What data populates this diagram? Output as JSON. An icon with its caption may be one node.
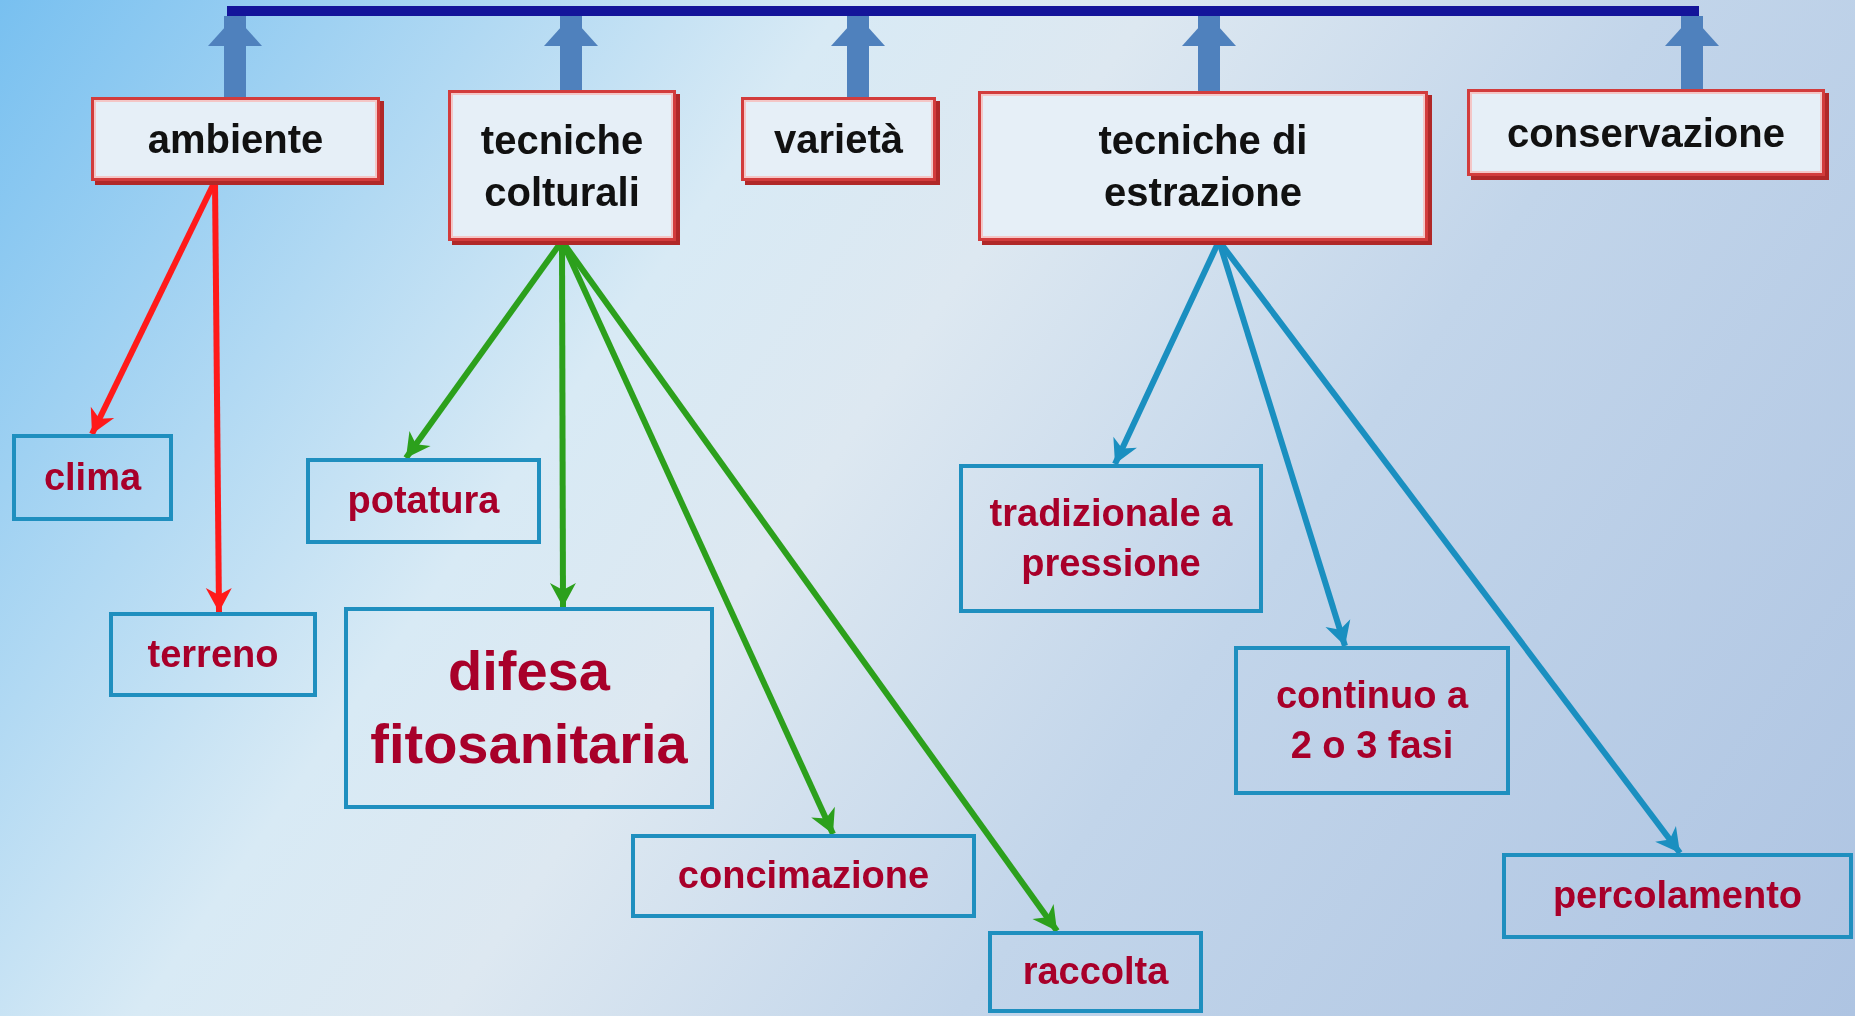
{
  "diagram": {
    "nodes": [
      {
        "text": [],
        "shape": "bar"
      },
      {
        "text": [
          "ambiente"
        ]
      },
      {
        "text": [
          "tecniche colturali"
        ]
      },
      {
        "text": [
          "varietà"
        ]
      },
      {
        "text": [
          "tecniche di estrazione"
        ]
      },
      {
        "text": [
          "conservazione"
        ]
      },
      {
        "text": [
          "clima"
        ]
      },
      {
        "text": [
          "terreno"
        ]
      },
      {
        "text": [
          "potatura"
        ]
      },
      {
        "text": [
          "difesa fitosanitaria"
        ]
      },
      {
        "text": [
          "concimazione"
        ]
      },
      {
        "text": [
          "raccolta"
        ]
      },
      {
        "text": [
          "tradizionale a pressione"
        ]
      },
      {
        "text": [
          "continuo a 2 o 3 fasi"
        ]
      },
      {
        "text": [
          "percolamento"
        ]
      }
    ],
    "edges": [
      {
        "from": 1,
        "to": 0,
        "arrow": "to",
        "style": "thick",
        "color": "#4f81bd"
      },
      {
        "from": 2,
        "to": 0,
        "arrow": "to",
        "style": "thick",
        "color": "#4f81bd"
      },
      {
        "from": 3,
        "to": 0,
        "arrow": "to",
        "style": "thick",
        "color": "#4f81bd"
      },
      {
        "from": 4,
        "to": 0,
        "arrow": "to",
        "style": "thick",
        "color": "#4f81bd"
      },
      {
        "from": 5,
        "to": 0,
        "arrow": "to",
        "style": "thick",
        "color": "#4f81bd"
      },
      {
        "from": 1,
        "to": 6,
        "arrow": "to",
        "color": "#ff1a1a"
      },
      {
        "from": 1,
        "to": 7,
        "arrow": "to",
        "color": "#ff1a1a"
      },
      {
        "from": 2,
        "to": 8,
        "arrow": "to",
        "color": "#2ca01c"
      },
      {
        "from": 2,
        "to": 9,
        "arrow": "to",
        "color": "#2ca01c"
      },
      {
        "from": 2,
        "to": 10,
        "arrow": "to",
        "color": "#2ca01c"
      },
      {
        "from": 2,
        "to": 11,
        "arrow": "to",
        "color": "#2ca01c"
      },
      {
        "from": 4,
        "to": 12,
        "arrow": "to",
        "color": "#1a8fc0"
      },
      {
        "from": 4,
        "to": 13,
        "arrow": "to",
        "color": "#1a8fc0"
      },
      {
        "from": 4,
        "to": 14,
        "arrow": "to",
        "color": "#1a8fc0"
      }
    ]
  }
}
